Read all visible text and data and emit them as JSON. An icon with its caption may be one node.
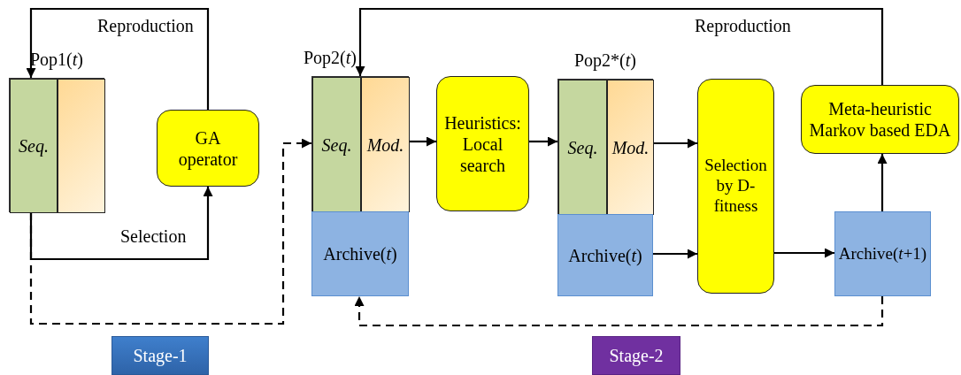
{
  "diagram": {
    "nodes": [
      {
        "text": [
          "Pop1(*t*)"
        ]
      },
      {
        "text": [
          "Seq."
        ],
        "in": 0
      },
      {
        "text": [],
        "shape": "box",
        "in": 0
      },
      {
        "text": [
          "GA operator"
        ]
      },
      {
        "text": [
          "Pop2(*t*)"
        ]
      },
      {
        "text": [
          "Seq."
        ],
        "in": 4
      },
      {
        "text": [
          "Mod."
        ],
        "in": 4
      },
      {
        "text": [
          "Archive(*t*)"
        ]
      },
      {
        "text": [
          "Heuristics: Local search"
        ]
      },
      {
        "text": [
          "Pop2*(*t*)"
        ]
      },
      {
        "text": [
          "Seq."
        ],
        "in": 9
      },
      {
        "text": [
          "Mod."
        ],
        "in": 9
      },
      {
        "text": [
          "Archive(*t*)"
        ]
      },
      {
        "text": [
          "Selection by D-fitness"
        ]
      },
      {
        "text": [
          "Meta-heuristic Markov based EDA"
        ]
      },
      {
        "text": [
          "Archive(*t*+1)"
        ]
      },
      {
        "text": [
          "Stage-1"
        ]
      },
      {
        "text": [
          "Stage-2"
        ]
      }
    ],
    "edges": [
      {
        "from": 3,
        "to": 0,
        "arrow": "to",
        "label": "Reproduction"
      },
      {
        "from": 1,
        "to": 3,
        "arrow": "to",
        "label": "Selection"
      },
      {
        "from": 1,
        "to": 5,
        "arrow": "to",
        "style": "dashed"
      },
      {
        "from": 6,
        "to": 8,
        "arrow": "to"
      },
      {
        "from": 8,
        "to": 10,
        "arrow": "to"
      },
      {
        "from": 11,
        "to": 13,
        "arrow": "to"
      },
      {
        "from": 12,
        "to": 13,
        "arrow": "to"
      },
      {
        "from": 13,
        "to": 15,
        "arrow": "to"
      },
      {
        "from": 15,
        "to": 14,
        "arrow": "to"
      },
      {
        "from": 14,
        "to": 4,
        "arrow": "to",
        "label": "Reproduction"
      },
      {
        "from": 15,
        "to": 7,
        "arrow": "to",
        "style": "dashed"
      }
    ]
  }
}
